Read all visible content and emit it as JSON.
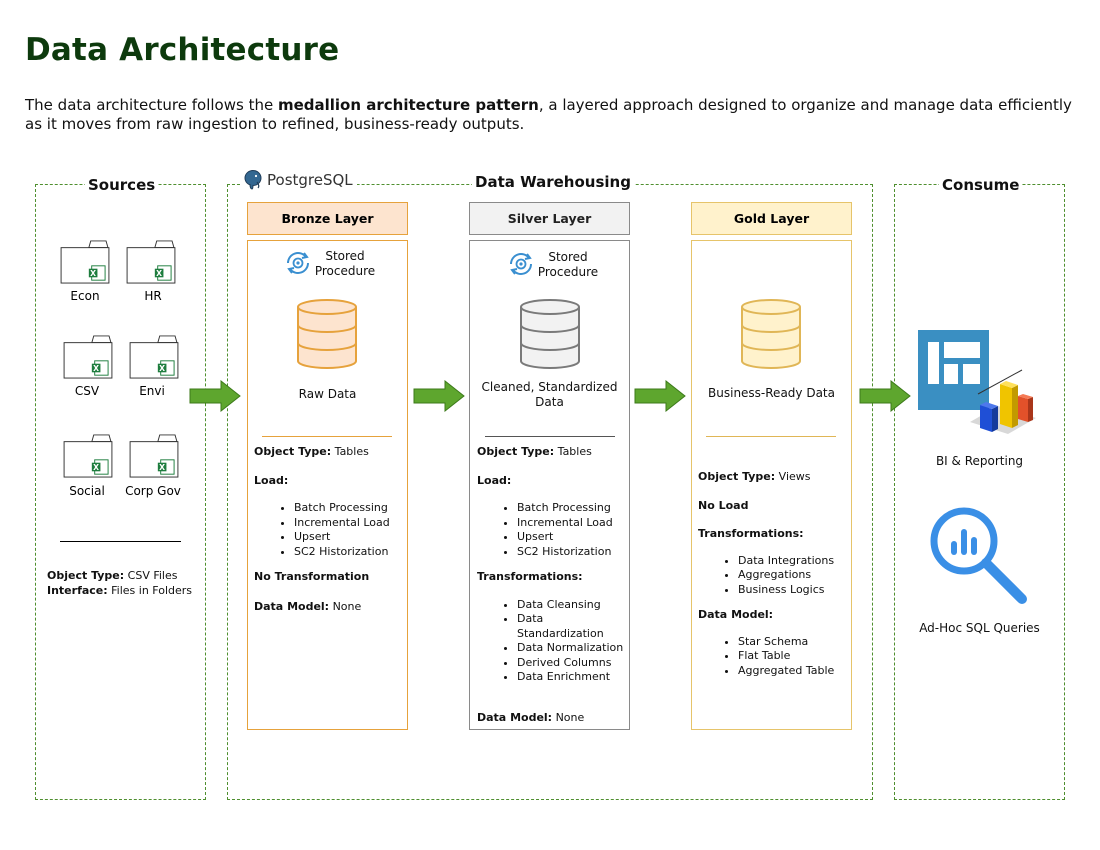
{
  "page": {
    "title": "Data Architecture",
    "intro_prefix": "The data architecture follows the ",
    "intro_bold": "medallion architecture pattern",
    "intro_suffix": ", a layered approach designed to organize and manage data efficiently as it moves from raw ingestion to refined, business-ready outputs."
  },
  "sources": {
    "title": "Sources",
    "folders": [
      "Econ",
      "HR",
      "CSV",
      "Envi",
      "Social",
      "Corp Gov"
    ],
    "object_type_label": "Object Type:",
    "object_type_value": " CSV Files",
    "interface_label": "Interface:",
    "interface_value": " Files in Folders"
  },
  "warehouse": {
    "title": "Data Warehousing",
    "postgres_label": "PostgreSQL"
  },
  "bronze": {
    "header": "Bronze Layer",
    "stored_proc_1": "Stored",
    "stored_proc_2": "Procedure",
    "data_label": "Raw Data",
    "object_type_label": "Object Type:",
    "object_type_value": " Tables",
    "load_label": "Load:",
    "load_items": [
      "Batch Processing",
      "Incremental Load",
      "Upsert",
      "SC2 Historization"
    ],
    "transform_label": "No Transformation",
    "model_label": "Data Model:",
    "model_value": " None"
  },
  "silver": {
    "header": "Silver Layer",
    "stored_proc_1": "Stored",
    "stored_proc_2": "Procedure",
    "data_label_1": "Cleaned, Standardized",
    "data_label_2": "Data",
    "object_type_label": "Object Type:",
    "object_type_value": " Tables",
    "load_label": "Load:",
    "load_items": [
      "Batch Processing",
      "Incremental Load",
      "Upsert",
      "SC2 Historization"
    ],
    "transform_label": "Transformations:",
    "transform_items": [
      "Data Cleansing",
      "Data Standardization",
      "Data Normalization",
      "Derived Columns",
      "Data Enrichment"
    ],
    "model_label": "Data Model:",
    "model_value": " None"
  },
  "gold": {
    "header": "Gold Layer",
    "data_label": "Business-Ready Data",
    "object_type_label": "Object Type:",
    "object_type_value": " Views",
    "load_label": "No Load",
    "transform_label": "Transformations:",
    "transform_items": [
      "Data Integrations",
      "Aggregations",
      "Business Logics"
    ],
    "model_label": "Data Model:",
    "model_items": [
      "Star Schema",
      "Flat Table",
      "Aggregated Table"
    ]
  },
  "consume": {
    "title": "Consume",
    "bi_label": "BI & Reporting",
    "adhoc_label": "Ad-Hoc SQL Queries"
  },
  "colors": {
    "title_green": "#0d3a0d",
    "dash_green": "#4f8f2f",
    "arrow_green": "#5ea62e",
    "bronze_fill": "#fde4cf",
    "bronze_border": "#e6a23c",
    "silver_fill": "#f2f2f2",
    "silver_border": "#8a8a8a",
    "gold_fill": "#fff2cc",
    "gold_border": "#e6c46a"
  }
}
